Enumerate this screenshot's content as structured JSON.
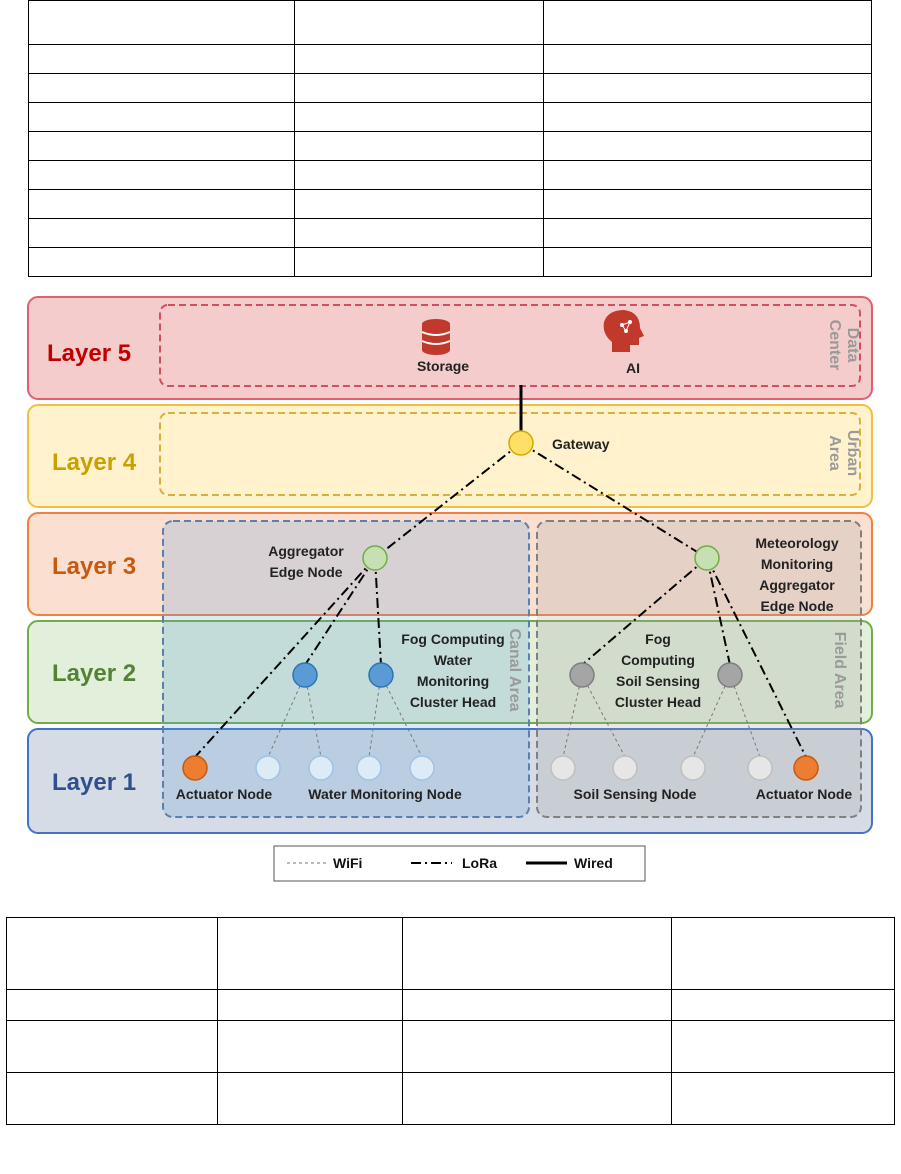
{
  "layers": [
    {
      "label": "Layer 5",
      "color": "#c00000",
      "bg": "#f4cccc",
      "border": "#e06070"
    },
    {
      "label": "Layer 4",
      "color": "#c9a000",
      "bg": "#fff2cc",
      "border": "#f0c040"
    },
    {
      "label": "Layer 3",
      "color": "#c55a11",
      "bg": "#fbe0d2",
      "border": "#f08040"
    },
    {
      "label": "Layer 2",
      "color": "#548235",
      "bg": "#e2efda",
      "border": "#70ad47"
    },
    {
      "label": "Layer 1",
      "color": "#2f4f8f",
      "bg": "#d6dce5",
      "border": "#4472c4"
    }
  ],
  "areas": {
    "data_center": "Data Center",
    "urban": "Urban Area",
    "canal": "Canal Area",
    "field": "Field Area"
  },
  "nodes": {
    "storage": "Storage",
    "ai": "AI",
    "gateway": "Gateway",
    "aggregator_line1": "Aggregator",
    "aggregator_line2": "Edge Node",
    "meteo_line1": "Meteorology",
    "meteo_line2": "Monitoring",
    "meteo_line3": "Aggregator",
    "meteo_line4": "Edge Node",
    "fog_water_line1": "Fog Computing",
    "fog_water_line2": "Water",
    "fog_water_line3": "Monitoring",
    "fog_water_line4": "Cluster Head",
    "fog_soil_line1": "Fog",
    "fog_soil_line2": "Computing",
    "fog_soil_line3": "Soil Sensing",
    "fog_soil_line4": "Cluster Head",
    "actuator_left": "Actuator Node",
    "water_monitoring": "Water Monitoring Node",
    "soil_sensing": "Soil Sensing Node",
    "actuator_right": "Actuator Node"
  },
  "legend": {
    "wifi": "WiFi",
    "lora": "LoRa",
    "wired": "Wired"
  },
  "colors": {
    "actuator": "#ed7d31",
    "water_sensor": "#ddebf7",
    "water_head": "#5b9bd5",
    "soil_sensor": "#e7e6e6",
    "soil_head": "#a5a5a5",
    "aggregator": "#c6e0b4",
    "gateway": "#ffe066",
    "storage": "#c0392b"
  },
  "top_table": {
    "rows": 9,
    "cols": 3
  },
  "bottom_table": {
    "rows": 4,
    "cols": 4
  }
}
